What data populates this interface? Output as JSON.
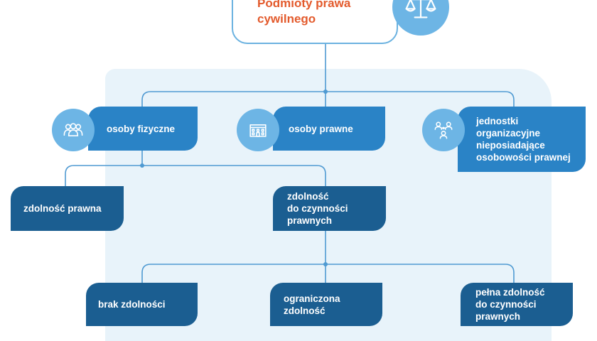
{
  "root": {
    "title": "Podmioty prawa\ncywilnego",
    "icon": "scales-icon"
  },
  "level1": [
    {
      "label": "osoby fizyczne",
      "icon": "people-group-icon"
    },
    {
      "label": "osoby prawne",
      "icon": "building-icon"
    },
    {
      "label": "jednostki\norganizacyjne\nnieposiadające\nosobowości prawnej",
      "icon": "org-network-icon"
    }
  ],
  "level2": [
    {
      "label": "zdolność prawna"
    },
    {
      "label": "zdolność\ndo czynności\nprawnych"
    }
  ],
  "level3": [
    {
      "label": "brak zdolności"
    },
    {
      "label": "ograniczona\nzdolność"
    },
    {
      "label": "pełna zdolność\ndo czynności\nprawnych"
    }
  ],
  "colors": {
    "accent_orange": "#e35a2c",
    "node_mid_blue": "#2a83c6",
    "node_dark_blue": "#1b5e91",
    "icon_circle": "#6db5e5",
    "connector": "#4f9ad2",
    "panel_bg": "#e8f3fa"
  }
}
